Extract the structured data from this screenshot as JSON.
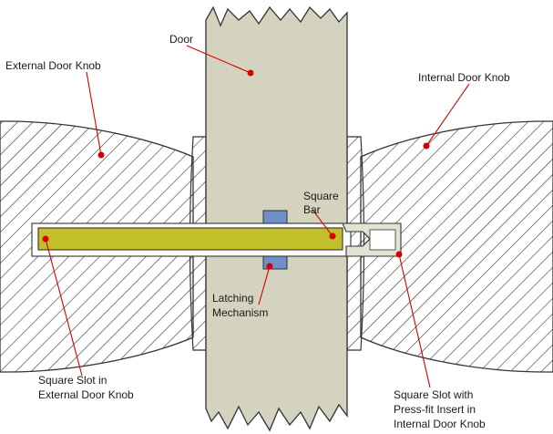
{
  "labels": {
    "door": "Door",
    "external_knob": "External Door Knob",
    "internal_knob": "Internal Door Knob",
    "square_bar_line1": "Square",
    "square_bar_line2": "Bar",
    "latching_line1": "Latching",
    "latching_line2": "Mechanism",
    "slot_external_line1": "Square Slot in",
    "slot_external_line2": "External Door Knob",
    "slot_internal_line1": "Square Slot with",
    "slot_internal_line2": "Press-fit Insert in",
    "slot_internal_line3": "Internal Door Knob"
  },
  "colors": {
    "door_fill": "#d3d3bf",
    "bar_fill": "#c2bf2a",
    "latch_fill": "#6f8fc9",
    "slot_fill": "#ffffff",
    "insert_fill": "#e3e3d3",
    "leader_line": "#d40000",
    "marker_dot": "#d40000",
    "outline": "#333333"
  }
}
